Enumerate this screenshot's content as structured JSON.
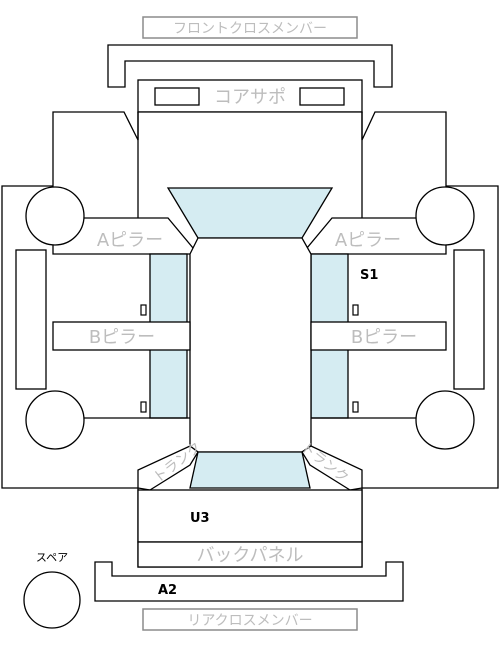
{
  "labels": {
    "front_cross_member": "フロントクロスメンバー",
    "core_support": "コアサポ",
    "a_pillar_left": "Aピラー",
    "a_pillar_right": "Aピラー",
    "b_pillar_left": "Bピラー",
    "b_pillar_right": "Bピラー",
    "back_panel": "バックパネル",
    "rear_cross_member": "リアクロスメンバー",
    "spare": "スペア",
    "trunk_left": "トランク",
    "trunk_right": "トランク"
  },
  "codes": {
    "s1": "S1",
    "u3": "U3",
    "a2": "A2"
  },
  "colors": {
    "glass": "#d5ecf2",
    "line": "#000000",
    "label": "#bdbdbd",
    "label_border": "#8c8c8c"
  }
}
